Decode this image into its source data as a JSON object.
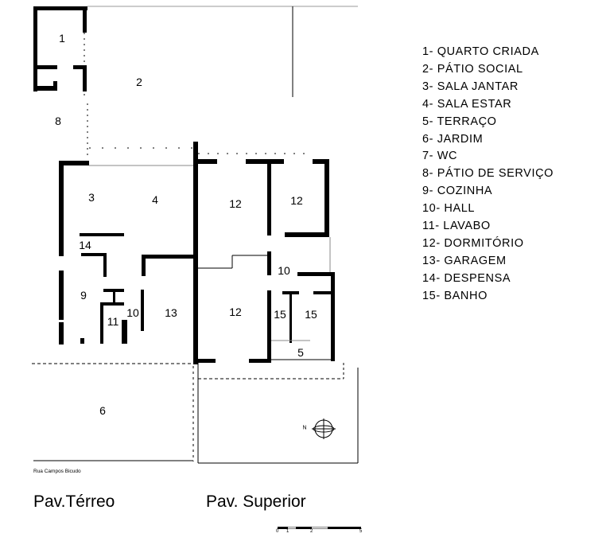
{
  "legend": [
    "1- QUARTO CRIADA",
    "2- PÁTIO SOCIAL",
    "3- SALA JANTAR",
    "4- SALA ESTAR",
    "5- TERRAÇO",
    "6- JARDIM",
    "7- WC",
    "8- PÁTIO DE SERVIÇO",
    "9- COZINHA",
    "10- HALL",
    "11- LAVABO",
    "12- DORMITÓRIO",
    "13- GARAGEM",
    "14- DESPENSA",
    "15- BANHO"
  ],
  "room_labels": [
    "1",
    "2",
    "8",
    "3",
    "4",
    "14",
    "9",
    "11",
    "10",
    "13",
    "12",
    "12",
    "12",
    "10",
    "15",
    "15",
    "5",
    "6"
  ],
  "street": "Rua Campos Bicudo",
  "titles": {
    "ground": "Pav.Térreo",
    "upper": "Pav. Superior"
  },
  "compass": "N",
  "scale": [
    "0",
    "1",
    "2",
    "5"
  ]
}
